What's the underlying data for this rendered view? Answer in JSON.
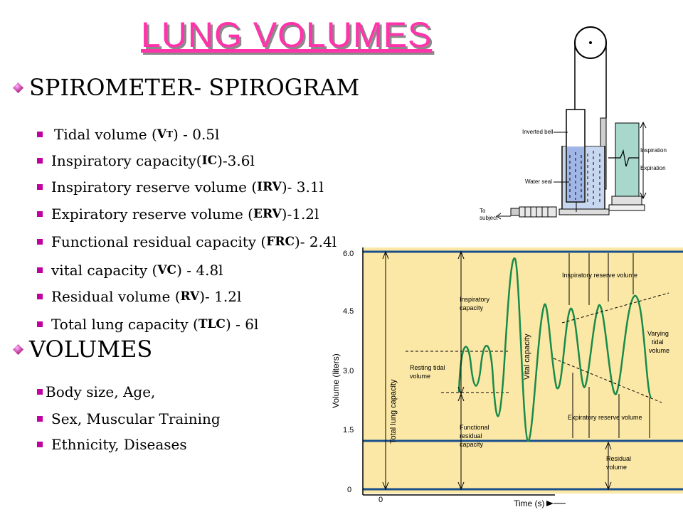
{
  "title": "LUNG VOLUMES",
  "section1": {
    "heading": "SPIROMETER- SPIROGRAM",
    "items": [
      {
        "pre": "Tidal volume (",
        "abbr": "V",
        "sub": "T",
        "post": ") - 0.5l"
      },
      {
        "pre": "Inspiratory capacity(",
        "abbr": "IC",
        "post": ")-3.6l"
      },
      {
        "pre": "Inspiratory reserve volume (",
        "abbr": "IRV",
        "post": ")- 3.1l"
      },
      {
        "pre": "Expiratory reserve volume (",
        "abbr": "ERV",
        "post": ")-1.2l"
      },
      {
        "pre": "Functional residual capacity (",
        "abbr": "FRC",
        "post": ")- 2.4l"
      },
      {
        "pre": "vital capacity (",
        "abbr": "VC",
        "post": ") - 4.8l"
      },
      {
        "pre": "Residual volume (",
        "abbr": "RV",
        "post": ")- 1.2l"
      },
      {
        "pre": "Total lung capacity (",
        "abbr": "TLC",
        "post": ") - 6l"
      }
    ]
  },
  "section2": {
    "heading": "VOLUMES",
    "items": [
      "Body size, Age,",
      "Sex, Muscular Training",
      "Ethnicity, Diseases"
    ]
  },
  "spirometer": {
    "inverted_bell": "Inverted bell",
    "water_seal": "Water seal",
    "to": "To",
    "subject": "subject",
    "inspiration": "Inspiration",
    "expiration": "Expiration"
  },
  "spirogram": {
    "y_ticks": [
      "6.0",
      "4.5",
      "3.0",
      "1.5",
      "0"
    ],
    "x_origin": "0",
    "y_label": "Volume (liters)",
    "x_label": "Time (s)",
    "labels": {
      "total_lung_capacity": "Total lung capacity",
      "vital_capacity": "Vital capacity",
      "inspiratory_capacity_1": "Inspiratory",
      "inspiratory_capacity_2": "capacity",
      "resting_tidal_1": "Resting tidal",
      "resting_tidal_2": "volume",
      "frc_1": "Functional",
      "frc_2": "residual",
      "frc_3": "capacity",
      "irv": "Inspiratory reserve volume",
      "varying_1": "Varying",
      "varying_2": "tidal",
      "varying_3": "volume",
      "erv": "Expiratory reserve volume",
      "rv_1": "Residual",
      "rv_2": "volume"
    },
    "colors": {
      "background": "#fbe8a6",
      "line": "#1a4f8a",
      "curve": "#1a8a4a"
    }
  }
}
